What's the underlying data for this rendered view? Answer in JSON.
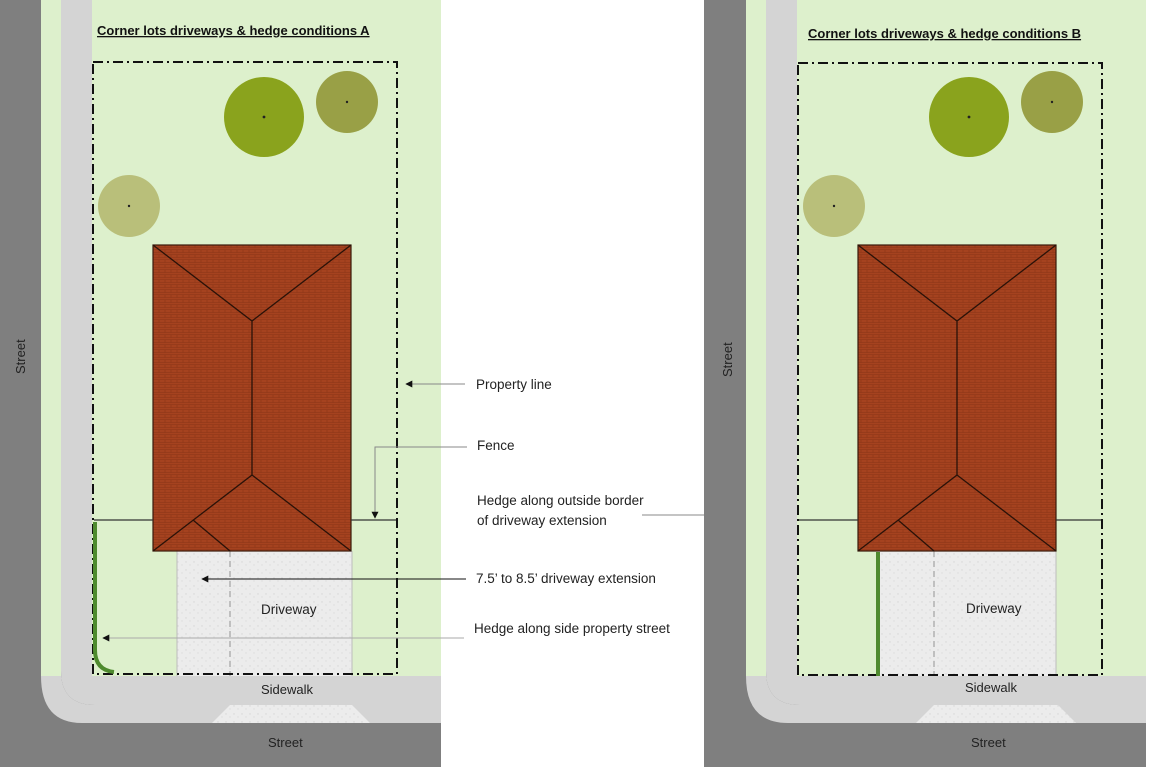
{
  "panel_a": {
    "title": "Corner lots driveways & hedge conditions A",
    "street_side": "Street",
    "street_bottom": "Street",
    "sidewalk": "Sidewalk",
    "driveway": "Driveway"
  },
  "panel_b": {
    "title": "Corner lots driveways & hedge conditions B",
    "street_side": "Street",
    "street_bottom": "Street",
    "sidewalk": "Sidewalk",
    "driveway": "Driveway"
  },
  "legend": {
    "property_line": "Property line",
    "fence": "Fence",
    "hedge_outside_line1": "Hedge along outside border",
    "hedge_outside_line2": "of driveway extension",
    "driveway_extension": "7.5’ to 8.5’ driveway extension",
    "hedge_side_street": "Hedge along side property street"
  },
  "colors": {
    "street": "#7f7f7f",
    "sidewalk": "#d4d4d4",
    "lawn": "#ddf0cc",
    "roof": "#a5421f",
    "hedge": "#4e8a2e",
    "tree_dark": "#8aa31d",
    "tree_mid": "#99a046",
    "tree_light": "#b9bf7a"
  }
}
